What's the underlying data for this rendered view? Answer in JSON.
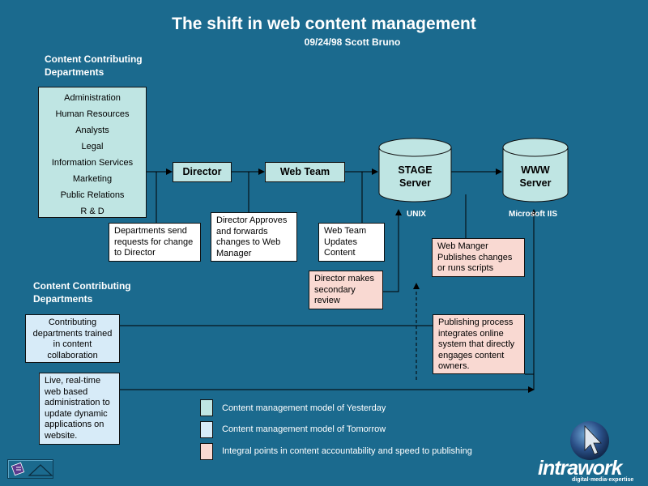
{
  "title": "The shift in web content management",
  "subtitle": "09/24/98 Scott Bruno",
  "section1_heading": [
    "Content Contributing",
    "Departments"
  ],
  "section2_heading": [
    "Content Contributing",
    "Departments"
  ],
  "departments": [
    "Administration",
    "Human Resources",
    "Analysts",
    "Legal",
    "Information Services",
    "Marketing",
    "Public Relations",
    "R & D"
  ],
  "flow": {
    "director": "Director",
    "webteam": "Web Team",
    "stage": [
      "STAGE",
      "Server"
    ],
    "www": [
      "WWW",
      "Server"
    ],
    "unix": "UNIX",
    "iis": "Microsoft IIS"
  },
  "notes": {
    "dept_send": "Departments send requests for change to Director",
    "director_approves": "Director Approves and forwards changes to Web Manager",
    "webteam_updates": "Web Team Updates Content",
    "director_review": "Director makes secondary review",
    "webmanager": "Web Manger Publishes changes or runs scripts",
    "trained": "Contributing departments trained in content collaboration",
    "publishing": "Publishing process integrates online system that directly engages content owners.",
    "live": "Live, real-time web based administration to update dynamic applications on website."
  },
  "legend": [
    {
      "label": "Content management model of Yesterday",
      "color": "#bfe5e3"
    },
    {
      "label": "Content management model of Tomorrow",
      "color": "#d7ebf8"
    },
    {
      "label": "Integral points in content accountability and speed to publishing",
      "color": "#f9d9d2"
    }
  ],
  "logo": {
    "name": "intrawork",
    "tagline": "digital·media·expertise"
  },
  "colors": {
    "background": "#1b6a8e",
    "yesterday": "#bfe5e3",
    "tomorrow": "#d7ebf8",
    "integral": "#f9d9d2"
  }
}
